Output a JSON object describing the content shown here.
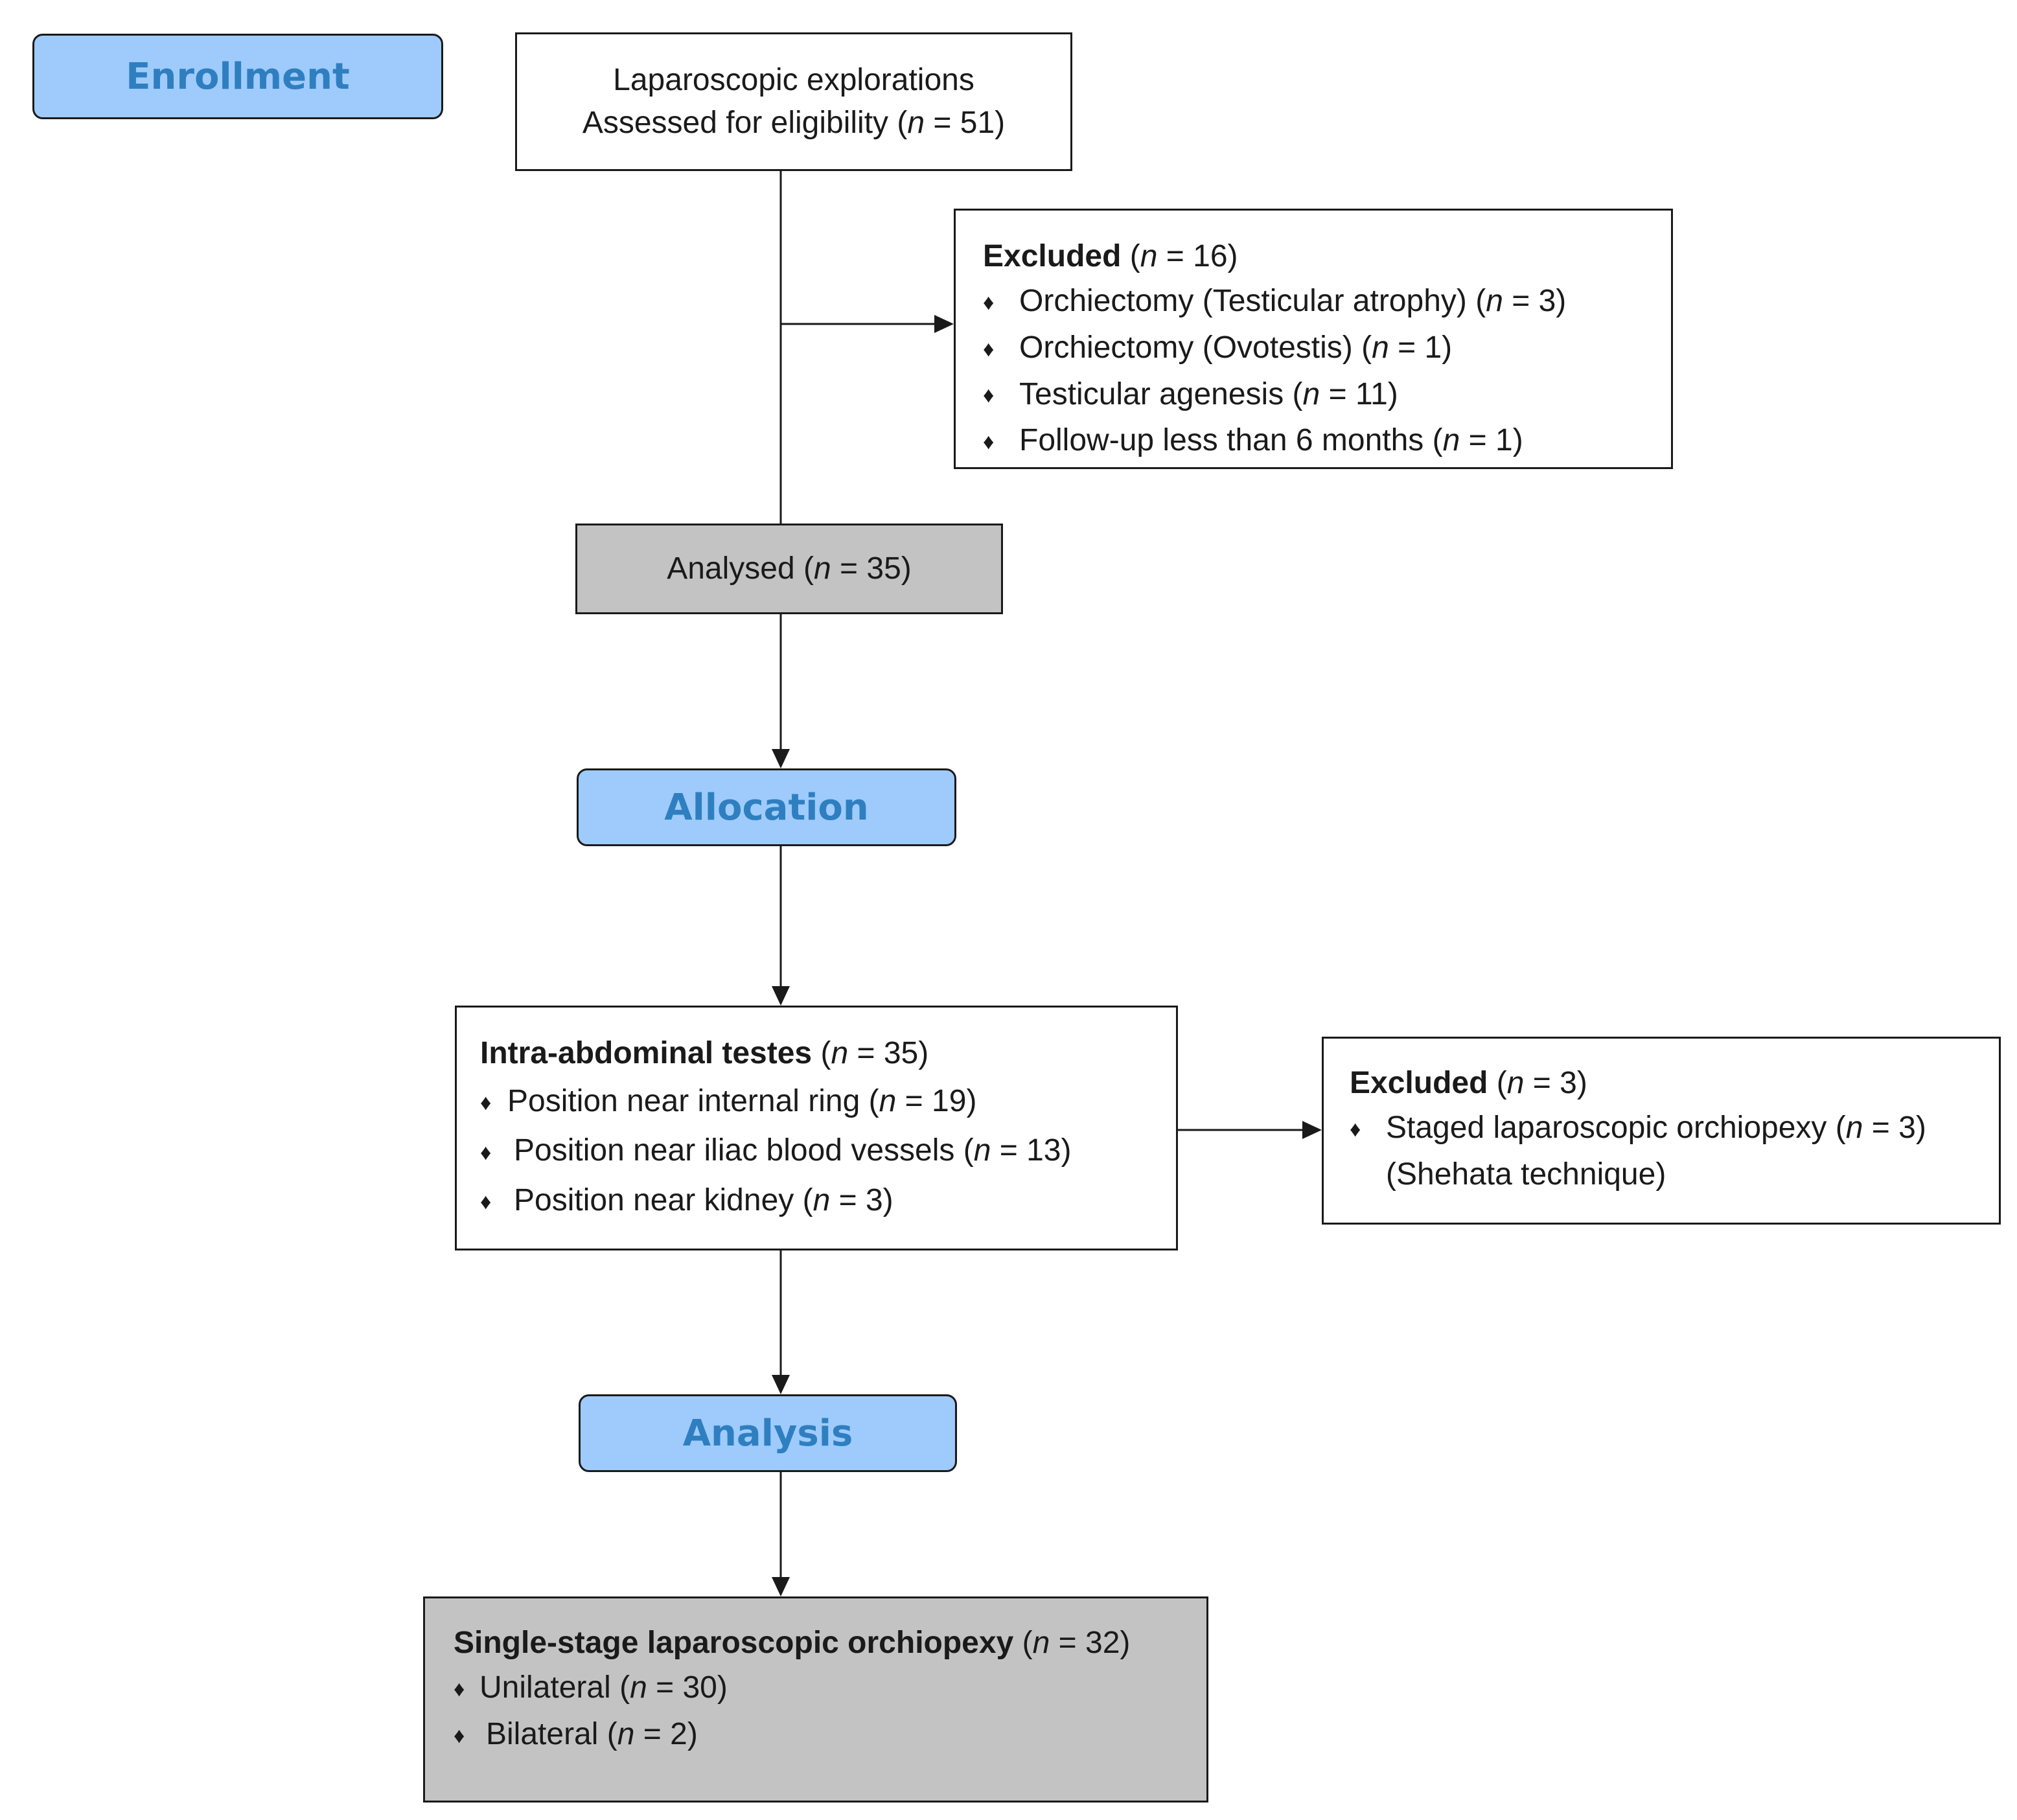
{
  "stages": {
    "enrollment": "Enrollment",
    "allocation": "Allocation",
    "analysis": "Analysis"
  },
  "n_symbol": "n",
  "bullet_glyph": "♦",
  "assessed": {
    "line1": "Laparoscopic explorations",
    "line2_prefix": "Assessed for eligibility (",
    "line2_suffix": " = 51)"
  },
  "excluded_1": {
    "title": "Excluded",
    "title_suffix": " (",
    "title_count": " = 16)",
    "items": [
      {
        "label": "Orchiectomy (Testicular atrophy) (",
        "count": " = 3)"
      },
      {
        "label": "Orchiectomy (Ovotestis) (",
        "count": " = 1)"
      },
      {
        "label": "Testicular agenesis (",
        "count": " = 11)"
      },
      {
        "label": "Follow-up less than 6 months (",
        "count": " = 1)"
      }
    ]
  },
  "analysed": {
    "prefix": "Analysed (",
    "suffix": " = 35)"
  },
  "intra": {
    "title": "Intra-abdominal testes",
    "title_suffix": " (",
    "title_count": " = 35)",
    "items": [
      {
        "label": "Position near internal ring  (",
        "count": " = 19)"
      },
      {
        "label": "Position near iliac blood vessels (",
        "count": " = 13)"
      },
      {
        "label": "Position near kidney (",
        "count": " = 3)"
      }
    ]
  },
  "excluded_2": {
    "title": "Excluded",
    "title_suffix": " (",
    "title_count": " = 3)",
    "items": [
      {
        "label": "Staged laparoscopic orchiopexy (",
        "count": " = 3)"
      }
    ],
    "continuation": "(Shehata technique)"
  },
  "single_stage": {
    "title": "Single-stage laparoscopic orchiopexy",
    "title_suffix": " (",
    "title_count": " = 32)",
    "items": [
      {
        "label": "Unilateral  (",
        "count": " = 30)"
      },
      {
        "label": "Bilateral (",
        "count": " = 2)"
      }
    ]
  }
}
